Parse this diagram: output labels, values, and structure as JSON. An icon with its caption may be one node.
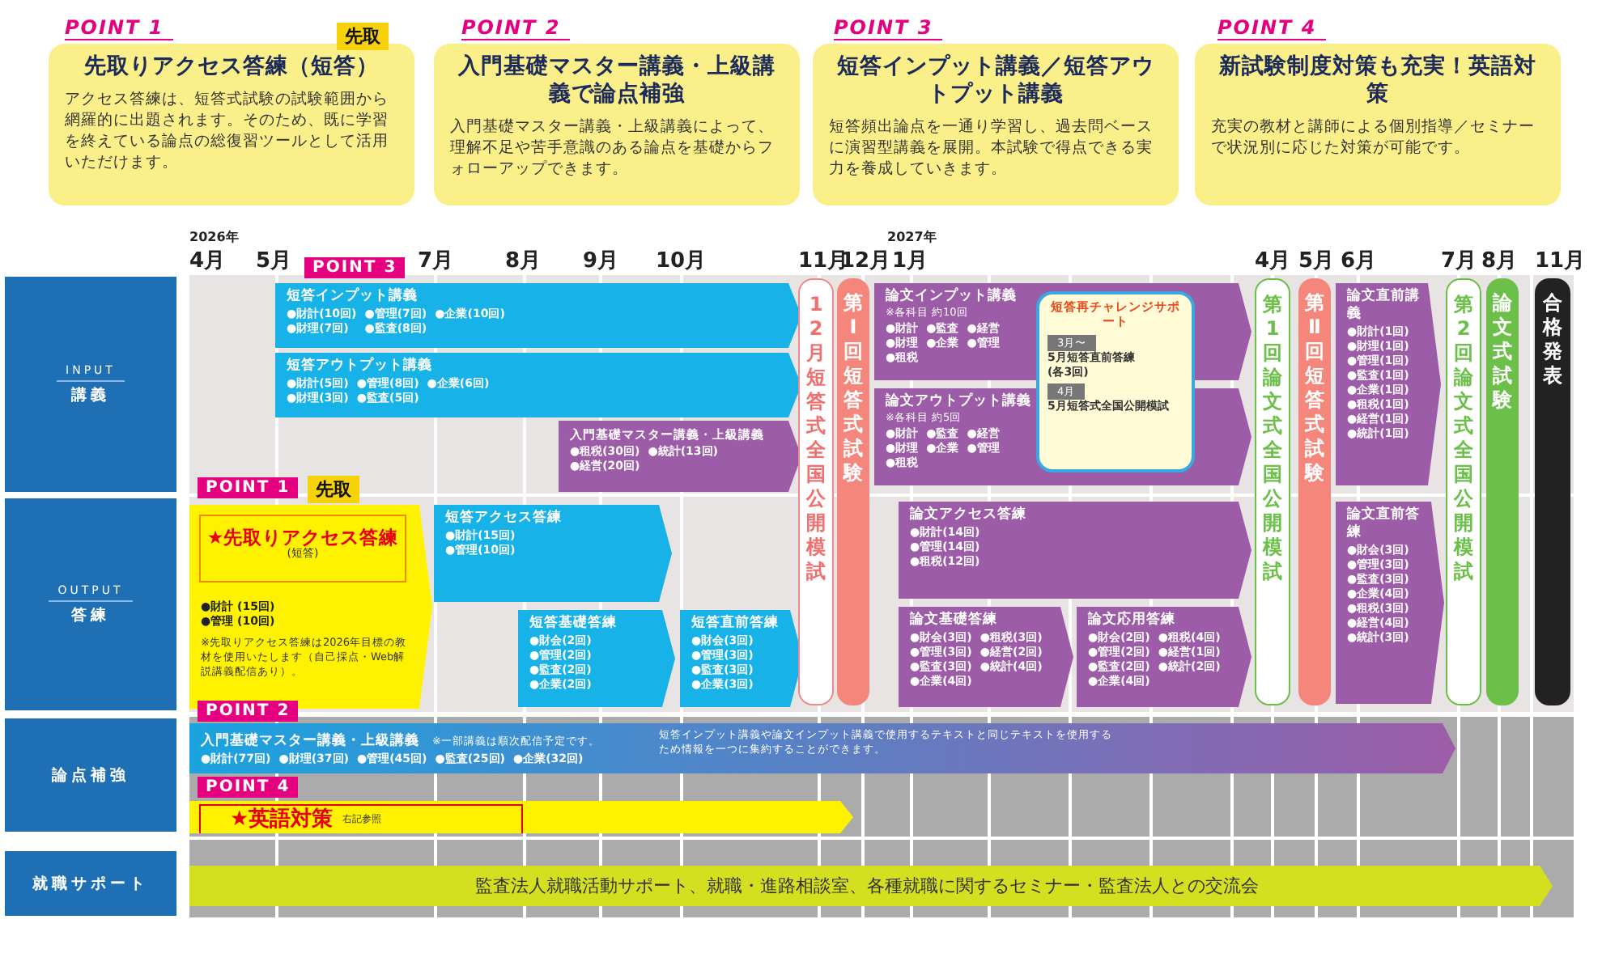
{
  "diagram": {
    "nodes": [
      {
        "text": [
          "先取りアクセス答練（短答）",
          "アクセス答練は、短答式試験の試験範囲から網羅的に出題されます。そのため、既に学習を終えている論点の総復習ツールとして活用いただけます。"
        ]
      },
      {
        "text": [
          "入門基礎マスター講義・上級講義で論点補強",
          "入門基礎マスター講義・上級講義によって、理解不足や苦手意識のある論点を基礎からフォローアップできます。"
        ]
      },
      {
        "text": [
          "短答インプット講義／短答アウトプット講義",
          "短答頻出論点を一通り学習し、過去問ベースに演習型講義を展開。本試験で得点できる実力を養成していきます。"
        ]
      },
      {
        "text": [
          "新試験制度対策も充実！英語対策",
          "充実の教材と講師による個別指導／セミナーで状況別に応じた対策が可能です。"
        ]
      },
      {
        "text": [
          "INPUT",
          "講義"
        ]
      },
      {
        "text": [
          "OUTPUT",
          "答練"
        ]
      },
      {
        "text": [
          "論点補強"
        ]
      },
      {
        "text": [
          "就職サポート"
        ]
      },
      {
        "text": [
          "短答インプット講義",
          "●財計(10回)",
          "●管理(7回)",
          "●企業(10回)",
          "●財理(7回)",
          "●監査(8回)"
        ]
      },
      {
        "text": [
          "短答アウトプット講義",
          "●財計(5回)",
          "●管理(8回)",
          "●企業(6回)",
          "●財理(3回)",
          "●監査(5回)"
        ]
      },
      {
        "text": [
          "入門基礎マスター講義・上級講義",
          "●租税(30回)",
          "●統計(13回)",
          "●経営(20回)"
        ]
      },
      {
        "text": [
          "●財計 (15回)",
          "●管理 (10回)",
          "※先取りアクセス答練は2026年目標の教材を使用いたします（自己採点・Web解説講義配信あり）。"
        ]
      },
      {
        "text": [
          "★先取りアクセス答練",
          "(短答)"
        ],
        "in": 11
      },
      {
        "text": [
          "短答アクセス答練",
          "●財計(15回)",
          "●管理(10回)"
        ]
      },
      {
        "text": [
          "短答基礎答練",
          "●財会(2回)",
          "●管理(2回)",
          "●監査(2回)",
          "●企業(2回)"
        ]
      },
      {
        "text": [
          "短答直前答練",
          "●財会(3回)",
          "●管理(3回)",
          "●監査(3回)",
          "●企業(3回)"
        ]
      },
      {
        "text": [
          "12月短答式全国公開模試"
        ]
      },
      {
        "text": [
          "第Ⅰ回短答式試験"
        ]
      },
      {
        "text": [
          "論文インプット講義",
          "※各科目 約10回",
          "●財計",
          "●監査",
          "●経営",
          "●財理",
          "●企業",
          "●管理",
          "●租税"
        ]
      },
      {
        "text": [
          "論文アウトプット講義",
          "※各科目 約5回",
          "●財計",
          "●監査",
          "●経営",
          "●財理",
          "●企業",
          "●管理",
          "●租税"
        ]
      },
      {
        "text": [
          "短答再チャレンジサポート",
          "3月〜",
          "5月短答直前答練",
          "(各3回)",
          "4月",
          "5月短答式全国公開模試"
        ]
      },
      {
        "text": [
          "論文アクセス答練",
          "●財計(14回)",
          "●管理(14回)",
          "●租税(12回)"
        ]
      },
      {
        "text": [
          "論文基礎答練",
          "●財会(3回)",
          "●租税(3回)",
          "●管理(3回)",
          "●経営(2回)",
          "●監査(3回)",
          "●統計(4回)",
          "●企業(4回)"
        ]
      },
      {
        "text": [
          "論文応用答練",
          "●財会(2回)",
          "●租税(4回)",
          "●管理(2回)",
          "●経営(1回)",
          "●監査(2回)",
          "●統計(2回)",
          "●企業(4回)"
        ]
      },
      {
        "text": [
          "第1回論文式全国公開模試"
        ]
      },
      {
        "text": [
          "第Ⅱ回短答式試験"
        ]
      },
      {
        "text": [
          "論文直前講義",
          "●財計(1回)",
          "●財理(1回)",
          "●管理(1回)",
          "●監査(1回)",
          "●企業(1回)",
          "●租税(1回)",
          "●経営(1回)",
          "●統計(1回)"
        ]
      },
      {
        "text": [
          "論文直前答練",
          "●財会(3回)",
          "●管理(3回)",
          "●監査(3回)",
          "●企業(4回)",
          "●租税(3回)",
          "●経営(4回)",
          "●統計(3回)"
        ]
      },
      {
        "text": [
          "第2回論文式全国公開模試"
        ]
      },
      {
        "text": [
          "論文式試験"
        ]
      },
      {
        "text": [
          "合格発表"
        ]
      },
      {
        "text": [
          "入門基礎マスター講義・上級講義",
          "※一部講義は順次配信予定です。",
          "●財計(77回)",
          "●財理(37回)",
          "●管理(45回)",
          "●監査(25回)",
          "●企業(32回)",
          "短答インプット講義や論文インプット講義で使用するテキストと同じテキストを使用するため情報を一つに集約することができます。"
        ]
      },
      {
        "text": [],
        "shape": "bar"
      },
      {
        "text": [
          "★英語対策",
          "右記参照"
        ],
        "in": 32
      },
      {
        "text": [
          "監査法人就職活動サポート、就職・進路相談室、各種就職に関するセミナー・監査法人との交流会"
        ]
      }
    ],
    "labels": [
      "POINT 1",
      "先取",
      "POINT 2",
      "POINT 3",
      "POINT 4",
      "2026年",
      "4月",
      "5月",
      "7月",
      "8月",
      "9月",
      "10月",
      "11月",
      "12月",
      "2027年",
      "1月",
      "4月",
      "5月",
      "6月",
      "7月",
      "8月",
      "11月",
      "POINT 3",
      "POINT 1",
      "先取",
      "POINT 2",
      "POINT 4"
    ]
  }
}
